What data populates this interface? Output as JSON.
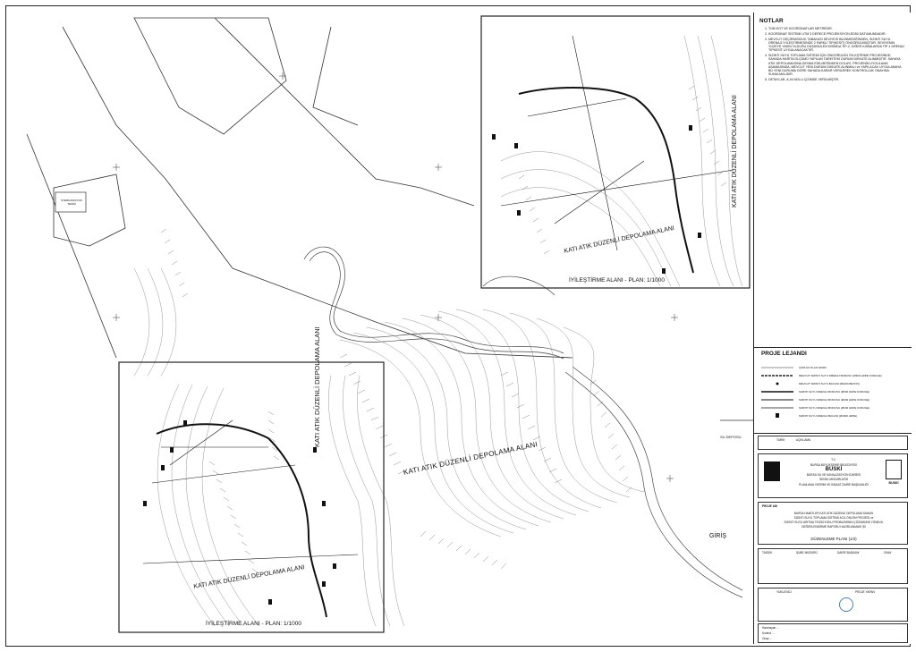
{
  "sheet": {
    "title": "DÜZENLEME PLANI (1/2)"
  },
  "plans": {
    "main_area_label": "KATI ATIK DÜZENLİ DEPOLAMA ALANI",
    "main_area_label_rotated": "KATI ATIK DÜZENLİ DEPOLAMA ALANI",
    "bottom_plan_title": "İYİLEŞTİRME ALANI - PLAN: 1/1000",
    "top_plan_title": "İYİLEŞTİRME ALANI - PLAN: 1/1000",
    "inset_area_label": "KATI ATIK DÜZENLİ DEPOLAMA ALANI",
    "inset_area_label_rotated": "KATI ATIK DÜZENLİ DEPOLAMA ALANI",
    "entry_label": "GİRİŞ",
    "su_deposu_label": "SU DEPOSU",
    "building_label": "STERİLİZASYON TESİSİ"
  },
  "notes": {
    "heading": "NOTLAR",
    "items": [
      "TÜM KOT VE KOORDİNATLAR METREDİR.",
      "KOORDİNAT SİSTEMİ UTM 3 DERECE PROJEKSİYON,ED50 DATUMUNDADIR.",
      "MEVCUT GEÇİRİMSİZLİK TABAKASI SEVİYESİ BİLİNMEDİĞİNDEN, SIZINTI SUYU DRENAJI İYİLEŞTİRMESİNDE 2 FARKLI TİP(KESİT) ÖNGÖRÜLMÜŞTÜR. SEVİYENİN YÜZEYE YAKIN OLDUĞU DÜŞÜNÜLEN KISIMDA TİP-2, DİĞER KISIMLARDA TİP-1 DRENAJ TİPKESİT UYGULANACAKTIR.",
      "SIZINTI SUYU TOPLAMA SİSTEMİ İÇİN ÖNGÖRÜLEN İYİLEŞTİRME PROJESİNDE; SAHADA HARİTA ÖLÇÜMÜ YAPILAN TARİHTEKİ DURUM DİKKATE ALINMIŞTIR. SAHAYA ATIK DEPOLAMASINA DEVAM EDİLMESİNDEN DOLAYI, PROJENİN UYGULAMA AŞAMASINDA; MEVCUT YENİ DURUM DİKKATE ALINMALI ve YAPILACAK UYGULAMAYA BU YENİ DURUMA GÖRE SAHADA KARAR VERİLEREK KONTROLLÜK ONAYINA SUNULMALIDIR.",
      "DETAYLAR, A-04 NOLU ÇİZİMDE VERİLMİŞTİR."
    ]
  },
  "legend": {
    "heading": "PROJE LEJANDI",
    "items": [
      "ÇÖPLÜK PLAN SINIRI",
      "MEVCUT SIZINTI SUYU DRENAJ BORUSU (Ø300 HDPE KORUGE)",
      "MEVCUT SIZINTI SUYU BACASI (Ø1000 BETON)",
      "SIZINTI SUYU DRENAJ BORUSU (Ø300 HDPE KORUGE)",
      "SIZINTI SUYU DRENAJ BORUSU (Ø200 HDPE KORUGE)",
      "SIZINTI SUYU DRENAJ BORUSU (Ø160 HDPE KORUGE)",
      "SIZINTI SUYU DRENAJ BACASI (Ø1000 HDPE)"
    ]
  },
  "titleblock": {
    "rev_headers": [
      "TARİH",
      "AÇIKLAMA"
    ],
    "owner_lines": [
      "T.C.",
      "BURSA BÜYÜKŞEHİR BELEDİYESİ",
      "BUSKİ",
      "BURSA SU VE KANALİZASYON İDARESİ",
      "GENEL MÜDÜRLÜĞÜ",
      "PLANLAMA YATIRIM VE İNŞAAT DAİRE BAŞKANLIĞI"
    ],
    "logo_right": "BUSKİ",
    "project_heading": "PROJE ADI",
    "project_lines": [
      "BURSA HAMİTLER KATI ATIK DÜZENLİ DEPOLAMA SAHASI",
      "SIZINTI SUYU TOPLAMA SİSTEMİ ACİL ÖNLEM PROJESİ ve",
      "SIZINTI SUYU ARITMA TESİSİ KOKU PROBLEMİNİN ÇÖZÜMÜNE YÖNELİK",
      "DEĞERLENDİRME RAPORU HAZIRLANMASI İŞİ"
    ],
    "drawing_title": "DÜZENLEME PLANI (1/2)",
    "approval_headers": [
      "TASDİK",
      "ŞUBE MÜDÜRÜ",
      "DAİRE BAŞKANI",
      "ONAY"
    ],
    "contractor_headers": [
      "YÜKLENİCİ",
      "PROJE YAPAN"
    ],
    "sign_rows": [
      [
        "Hazırlayan",
        "..."
      ],
      [
        "Kontrol",
        "..."
      ],
      [
        "Onay",
        "..."
      ]
    ]
  },
  "colors": {
    "line": "#222222",
    "contour": "#8a8a8a",
    "pipe": "#111111",
    "paper": "#ffffff"
  }
}
